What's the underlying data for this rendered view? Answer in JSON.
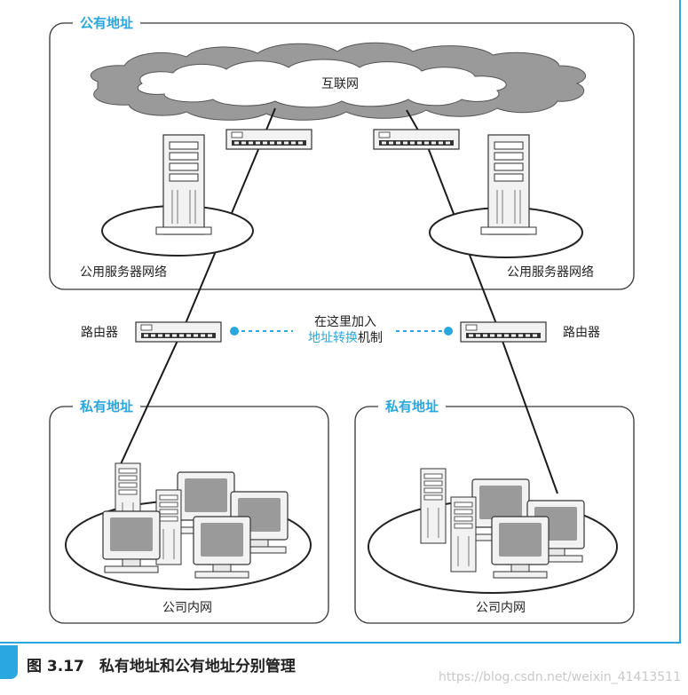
{
  "zones": {
    "public": {
      "label": "公有地址"
    },
    "private_left": {
      "label": "私有地址"
    },
    "private_right": {
      "label": "私有地址"
    }
  },
  "internet": {
    "label": "互联网"
  },
  "server_networks": {
    "left_label": "公用服务器网络",
    "right_label": "公用服务器网络"
  },
  "routers": {
    "left_label": "路由器",
    "right_label": "路由器"
  },
  "nat_note": {
    "line1": "在这里加入",
    "line2_accent": "地址转换",
    "line2_rest": "机制"
  },
  "lans": {
    "left_label": "公司内网",
    "right_label": "公司内网"
  },
  "caption": {
    "text": "图 3.17　私有地址和公有地址分别管理"
  },
  "watermark": {
    "text": "https://blog.csdn.net/weixin_41413511"
  },
  "colors": {
    "accent": "#2aa7df",
    "line": "#1a1a1a",
    "device_fill": "#f2f2f2",
    "screen": "#9a9a9a"
  }
}
